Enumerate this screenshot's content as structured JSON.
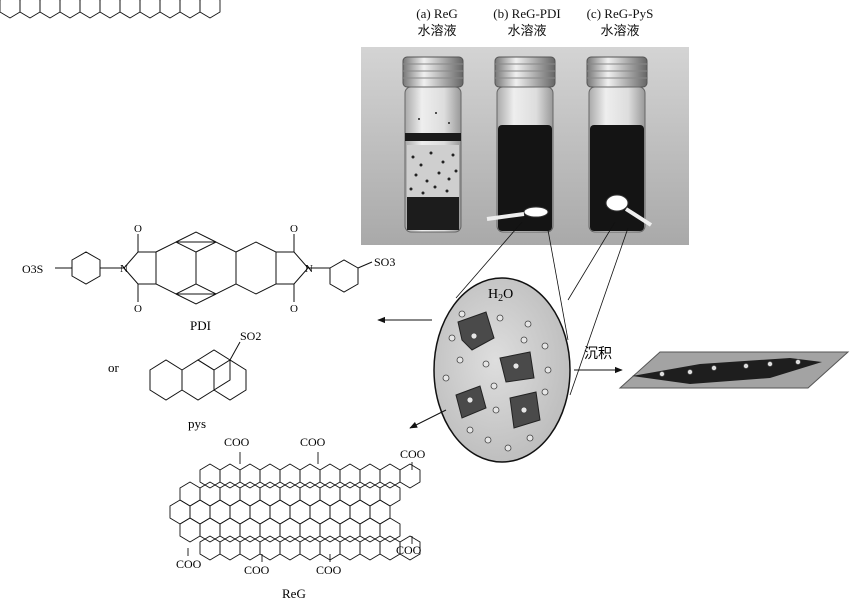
{
  "vials": [
    {
      "label": "(a) ReG",
      "sublabel": "水溶液"
    },
    {
      "label": "(b) ReG-PDI",
      "sublabel": "水溶液"
    },
    {
      "label": "(c) ReG-PyS",
      "sublabel": "水溶液"
    }
  ],
  "bubble_label": "H2O",
  "deposit_label": "沉积",
  "pdi": {
    "name": "PDI",
    "left_group": "O3S",
    "right_group": "SO3",
    "atoms": [
      "N",
      "N",
      "O",
      "O",
      "O",
      "O"
    ]
  },
  "or_label": "or",
  "pys": {
    "name": "pys",
    "group": "SO2"
  },
  "reg": {
    "name": "ReG",
    "groups": [
      "COO",
      "COO",
      "COO",
      "COO",
      "COO",
      "COO",
      "COO"
    ]
  },
  "colors": {
    "photo_bg": "#bdbdbd",
    "solution": "#141414",
    "plate": "#9a9a9a"
  }
}
